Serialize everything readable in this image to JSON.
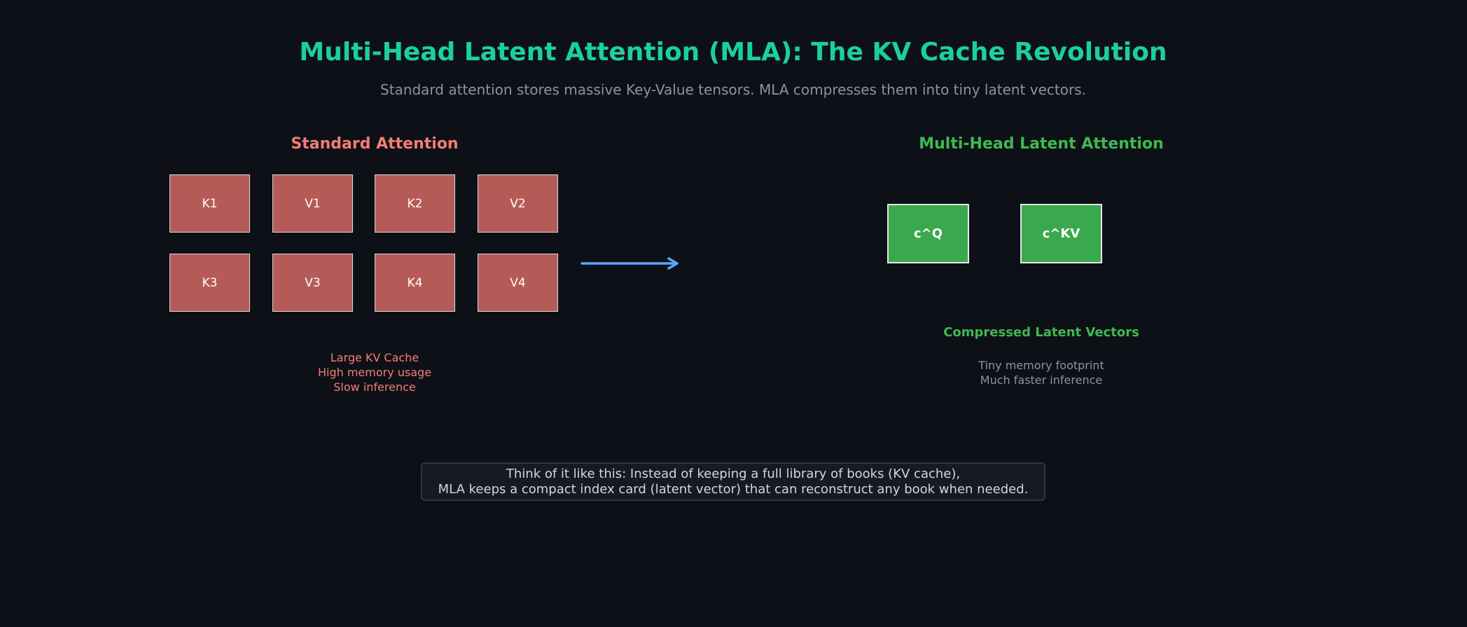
{
  "colors": {
    "background": "#0d1117",
    "title": "#1ccf9e",
    "subtitle": "#8b949e",
    "standard_accent": "#f47c72",
    "standard_box_fill": "#b55b57",
    "mla_accent": "#3fb950",
    "mla_box_fill": "#3aa84c",
    "box_text": "#ffffff",
    "arrow": "#58a6ff",
    "note_gray": "#8b949e",
    "analogy_text": "#d0d7de",
    "analogy_bg": "#161b22",
    "analogy_border": "#30363d"
  },
  "header": {
    "title": "Multi-Head Latent Attention (MLA): The KV Cache Revolution",
    "subtitle": "Standard attention stores massive Key-Value tensors. MLA compresses them into tiny latent vectors."
  },
  "standard": {
    "heading": "Standard Attention",
    "boxes": [
      "K1",
      "V1",
      "K2",
      "V2",
      "K3",
      "V3",
      "K4",
      "V4"
    ],
    "notes": [
      "Large KV Cache",
      "High memory usage",
      "Slow inference"
    ]
  },
  "mla": {
    "heading": "Multi-Head Latent Attention",
    "boxes": [
      "c^Q",
      "c^KV"
    ],
    "caption": "Compressed Latent Vectors",
    "notes": [
      "Tiny memory footprint",
      "Much faster inference"
    ]
  },
  "analogy": {
    "line1": "Think of it like this: Instead of keeping a full library of books (KV cache),",
    "line2": "MLA keeps a compact index card (latent vector) that can reconstruct any book when needed."
  },
  "icons": {
    "transform_arrow": "right-arrow-icon"
  }
}
